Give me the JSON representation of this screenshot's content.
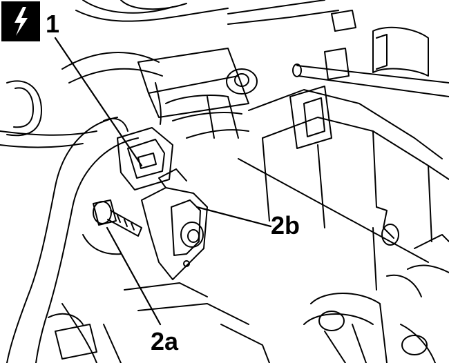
{
  "callouts": {
    "one": "1",
    "two_a": "2a",
    "two_b": "2b"
  },
  "icons": {
    "badge": "lightning-bolt-icon"
  },
  "colors": {
    "ink": "#000000",
    "paper": "#ffffff"
  }
}
